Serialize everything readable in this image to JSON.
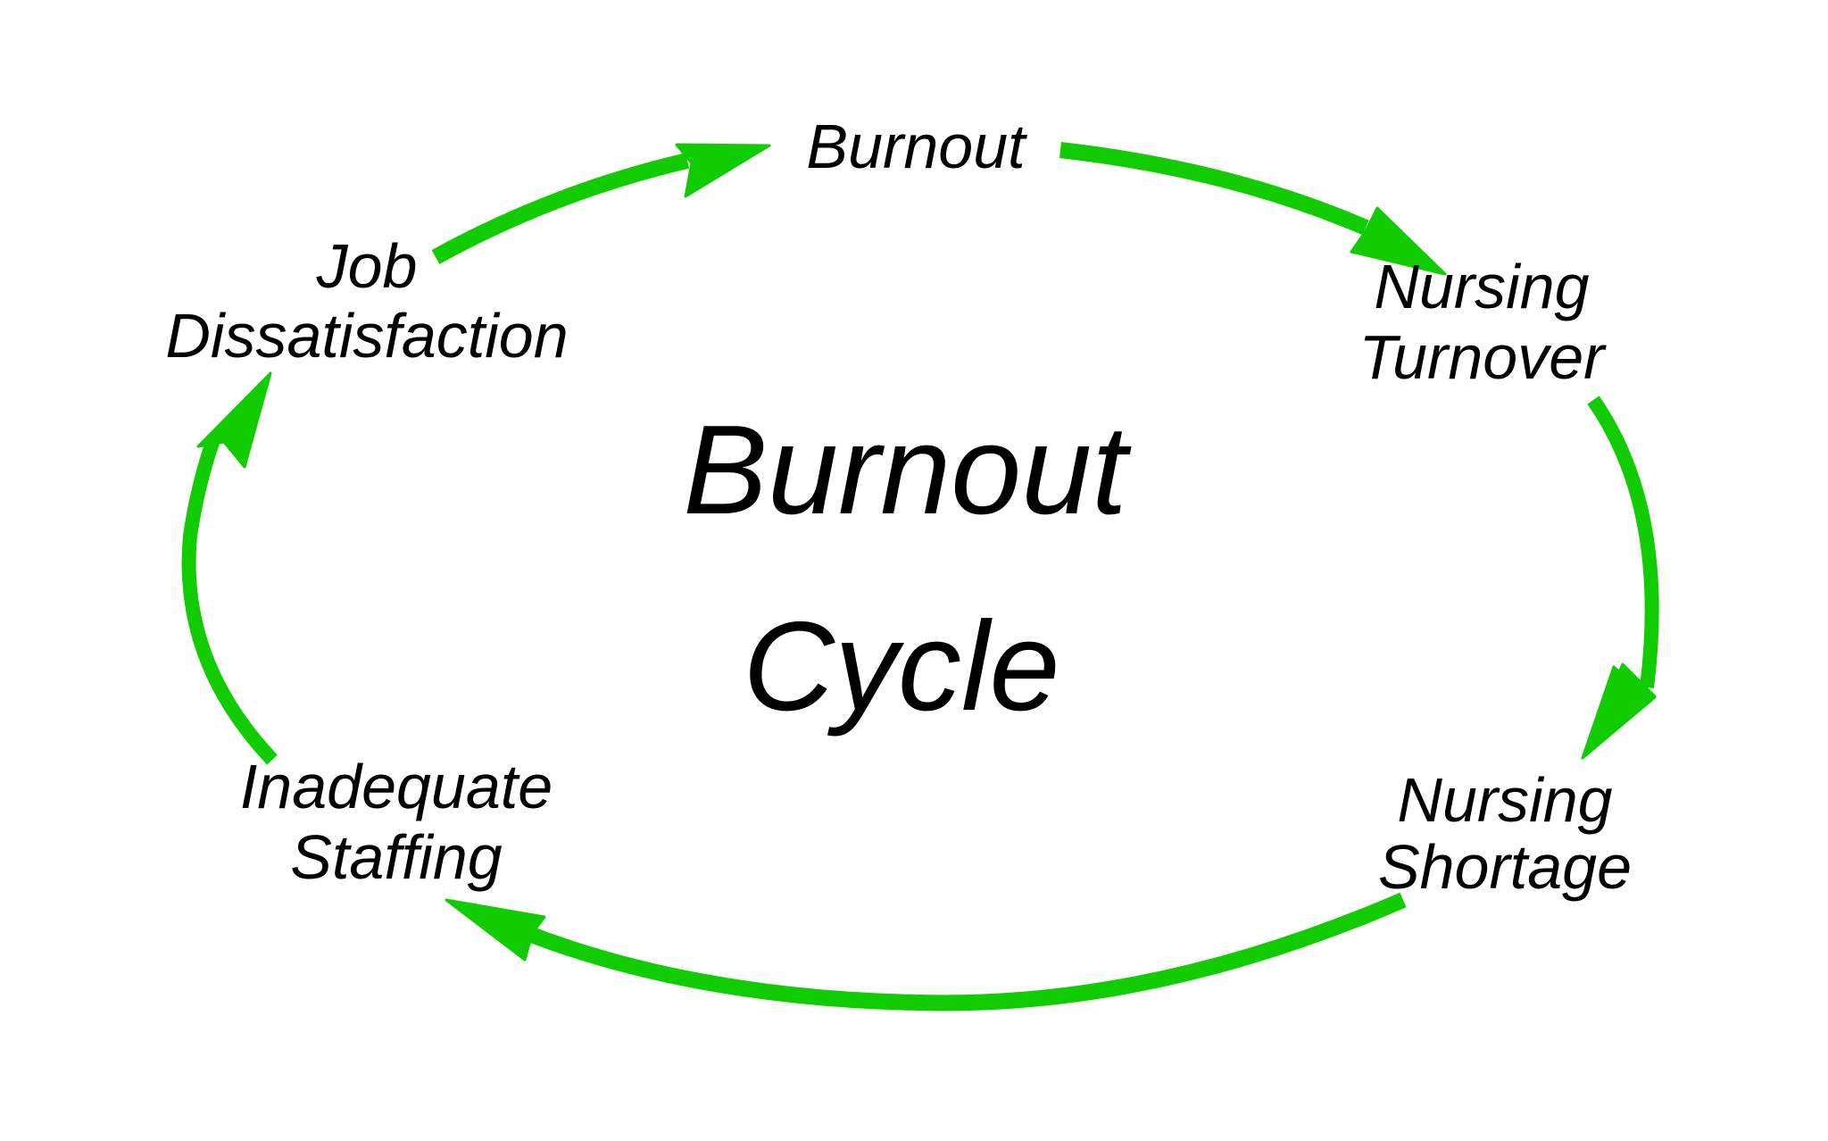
{
  "title": {
    "line1": "Burnout",
    "line2": "Cycle"
  },
  "nodes": [
    {
      "id": "burnout",
      "lines": [
        "Burnout"
      ]
    },
    {
      "id": "nursing-turnover",
      "lines": [
        "Nursing",
        "Turnover"
      ]
    },
    {
      "id": "nursing-shortage",
      "lines": [
        "Nursing",
        "Shortage"
      ]
    },
    {
      "id": "inadequate-staffing",
      "lines": [
        "Inadequate",
        "Staffing"
      ]
    },
    {
      "id": "job-dissatisfaction",
      "lines": [
        "Job",
        "Dissatisfaction"
      ]
    }
  ],
  "edges": [
    {
      "from": "job-dissatisfaction",
      "to": "burnout"
    },
    {
      "from": "burnout",
      "to": "nursing-turnover"
    },
    {
      "from": "nursing-turnover",
      "to": "nursing-shortage"
    },
    {
      "from": "nursing-shortage",
      "to": "inadequate-staffing"
    },
    {
      "from": "inadequate-staffing",
      "to": "job-dissatisfaction"
    }
  ],
  "colors": {
    "arrow": "#11cc00",
    "text": "#000000",
    "background": "#ffffff"
  }
}
